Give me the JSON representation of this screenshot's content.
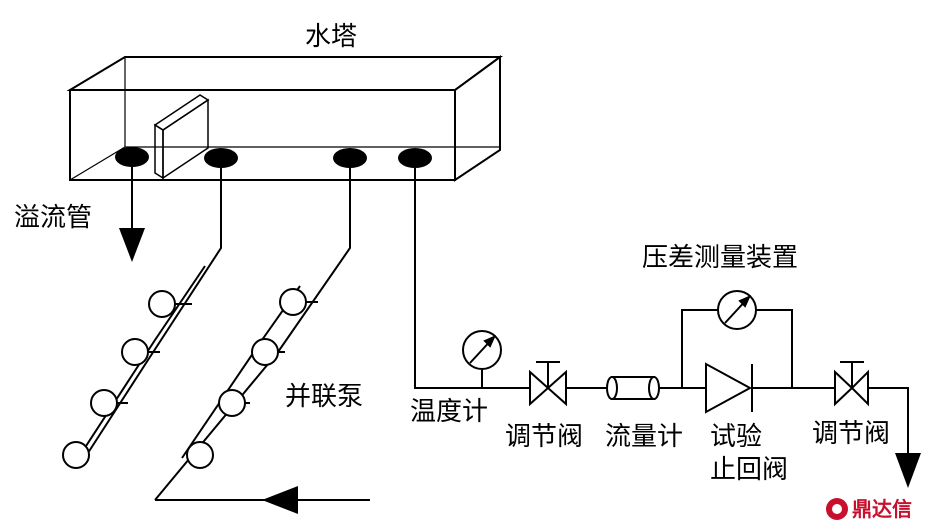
{
  "labels": {
    "tower": "水塔",
    "overflow": "溢流管",
    "pumps": "并联泵",
    "dp_device": "压差测量装置",
    "thermometer": "温度计",
    "valve_left": "调节阀",
    "flowmeter": "流量计",
    "check_valve_line1": "试验",
    "check_valve_line2": "止回阀",
    "valve_right": "调节阀"
  },
  "watermark": "鼎达信"
}
